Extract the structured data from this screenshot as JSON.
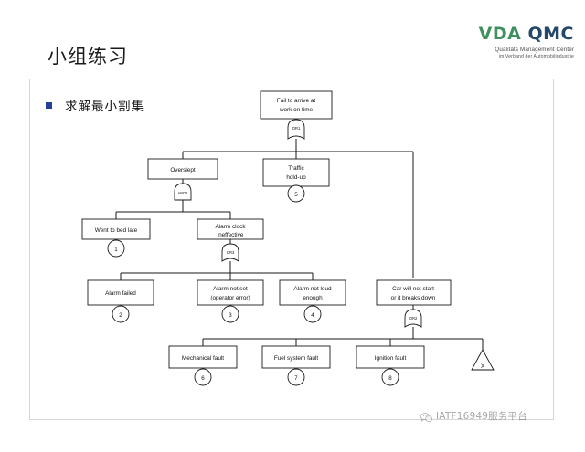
{
  "slide": {
    "title": "小组练习",
    "bullet": "求解最小割集"
  },
  "logo": {
    "word1": "VDA",
    "word2": "QMC",
    "subtitle_line1": "Qualitäts Management Center",
    "subtitle_line2": "im Verband der Automobilindustrie",
    "color_vda": "#3f8f5f",
    "color_qmc": "#25476a"
  },
  "watermark": {
    "icon": "wechat-icon",
    "text": "IATF16949服务平台"
  },
  "chart_data": {
    "type": "diagram",
    "diagram_type": "fault-tree-analysis",
    "title": "Fail to arrive at work on time",
    "nodes": [
      {
        "id": "top",
        "label": "Fail to arrive at\nwork on time",
        "kind": "event-box"
      },
      {
        "id": "or1",
        "label": "OR1",
        "kind": "or-gate"
      },
      {
        "id": "n_over",
        "label": "Overslept",
        "kind": "event-box"
      },
      {
        "id": "and1",
        "label": "AND1",
        "kind": "and-gate"
      },
      {
        "id": "n_traf",
        "label": "Traffic\nhold-up",
        "kind": "event-box"
      },
      {
        "id": "e5",
        "label": "5",
        "kind": "basic-event"
      },
      {
        "id": "n_bed",
        "label": "Went to bed late",
        "kind": "event-box"
      },
      {
        "id": "e1",
        "label": "1",
        "kind": "basic-event"
      },
      {
        "id": "n_clk",
        "label": "Alarm clock\nineffective",
        "kind": "event-box"
      },
      {
        "id": "or3",
        "label": "OR3",
        "kind": "or-gate"
      },
      {
        "id": "n_af",
        "label": "Alarm failed",
        "kind": "event-box"
      },
      {
        "id": "e2",
        "label": "2",
        "kind": "basic-event"
      },
      {
        "id": "n_ans",
        "label": "Alarm not set\n(operator error)",
        "kind": "event-box"
      },
      {
        "id": "e3",
        "label": "3",
        "kind": "basic-event"
      },
      {
        "id": "n_anl",
        "label": "Alarm not loud\nenough",
        "kind": "event-box"
      },
      {
        "id": "e4",
        "label": "4",
        "kind": "basic-event"
      },
      {
        "id": "n_car",
        "label": "Car will not start\nor it breaks down",
        "kind": "event-box"
      },
      {
        "id": "or2",
        "label": "OR2",
        "kind": "or-gate"
      },
      {
        "id": "n_mech",
        "label": "Mechanical fault",
        "kind": "event-box"
      },
      {
        "id": "e6",
        "label": "6",
        "kind": "basic-event"
      },
      {
        "id": "n_fuel",
        "label": "Fuel system fault",
        "kind": "event-box"
      },
      {
        "id": "e7",
        "label": "7",
        "kind": "basic-event"
      },
      {
        "id": "n_ign",
        "label": "Ignition fault",
        "kind": "event-box"
      },
      {
        "id": "e8",
        "label": "8",
        "kind": "basic-event"
      },
      {
        "id": "tx",
        "label": "X",
        "kind": "transfer-triangle"
      }
    ],
    "edges": [
      [
        "top",
        "or1"
      ],
      [
        "or1",
        "n_over"
      ],
      [
        "or1",
        "n_traf"
      ],
      [
        "or1",
        "n_car"
      ],
      [
        "n_over",
        "and1"
      ],
      [
        "and1",
        "n_bed"
      ],
      [
        "and1",
        "n_clk"
      ],
      [
        "n_clk",
        "or3"
      ],
      [
        "or3",
        "n_af"
      ],
      [
        "or3",
        "n_ans"
      ],
      [
        "or3",
        "n_anl"
      ],
      [
        "n_car",
        "or2"
      ],
      [
        "or2",
        "n_mech"
      ],
      [
        "or2",
        "n_fuel"
      ],
      [
        "or2",
        "n_ign"
      ],
      [
        "or2",
        "tx"
      ]
    ],
    "boxes": [
      {
        "name": "box-fail-to-arrive",
        "line1": "Fail to arrive at",
        "line2": "work on time"
      },
      {
        "name": "box-overslept",
        "line1": "Overslept",
        "line2": ""
      },
      {
        "name": "box-traffic-holdup",
        "line1": "Traffic",
        "line2": "hold-up"
      },
      {
        "name": "box-went-to-bed-late",
        "line1": "Went to bed late",
        "line2": ""
      },
      {
        "name": "box-alarm-clock",
        "line1": "Alarm clock",
        "line2": "ineffective"
      },
      {
        "name": "box-alarm-failed",
        "line1": "Alarm failed",
        "line2": ""
      },
      {
        "name": "box-alarm-not-set",
        "line1": "Alarm not set",
        "line2": "(operator error)"
      },
      {
        "name": "box-alarm-not-loud",
        "line1": "Alarm not loud",
        "line2": "enough"
      },
      {
        "name": "box-car-will-not-start",
        "line1": "Car will not start",
        "line2": "or it breaks down"
      },
      {
        "name": "box-mechanical-fault",
        "line1": "Mechanical fault",
        "line2": ""
      },
      {
        "name": "box-fuel-system-fault",
        "line1": "Fuel system fault",
        "line2": ""
      },
      {
        "name": "box-ignition-fault",
        "line1": "Ignition fault",
        "line2": ""
      }
    ],
    "gates": [
      {
        "name": "gate-or1",
        "label": "OR1"
      },
      {
        "name": "gate-and1",
        "label": "AND1"
      },
      {
        "name": "gate-or3",
        "label": "OR3"
      },
      {
        "name": "gate-or2",
        "label": "OR2"
      }
    ],
    "basic_events": [
      "1",
      "2",
      "3",
      "4",
      "5",
      "6",
      "7",
      "8"
    ],
    "transfer": "X",
    "line_color": "#1a1a1a",
    "box_fill": "#ffffff"
  }
}
